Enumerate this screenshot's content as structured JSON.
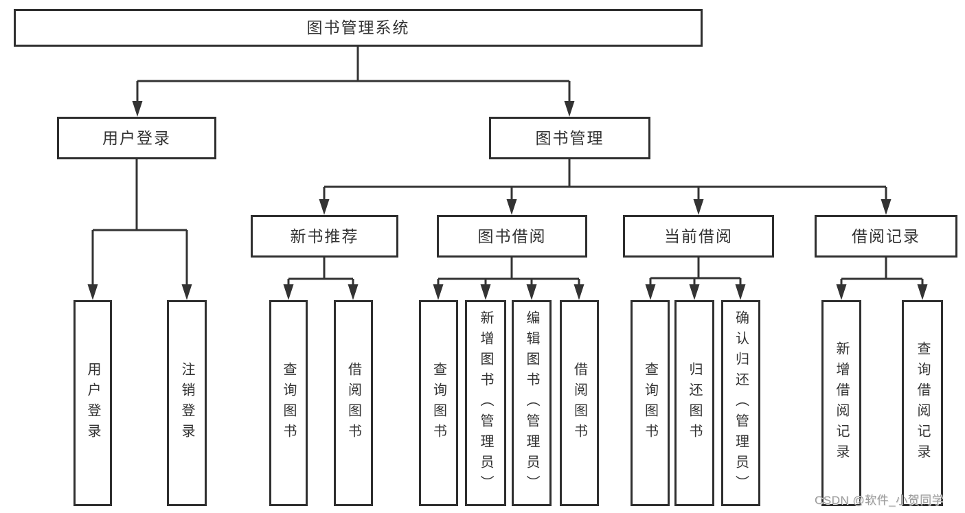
{
  "diagram": {
    "root": {
      "label": "图书管理系统"
    },
    "level2": [
      {
        "label": "用户登录"
      },
      {
        "label": "图书管理"
      }
    ],
    "level3": [
      {
        "label": "新书推荐"
      },
      {
        "label": "图书借阅"
      },
      {
        "label": "当前借阅"
      },
      {
        "label": "借阅记录"
      }
    ],
    "user_login_children": [
      "用户登录",
      "注销登录"
    ],
    "new_book_children": [
      "查询图书",
      "借阅图书"
    ],
    "book_borrow_children": [
      "查询图书",
      "新增图书（管理员）",
      "编辑图书（管理员）",
      "借阅图书"
    ],
    "current_borrow_children": [
      "查询图书",
      "归还图书",
      "确认归还（管理员）"
    ],
    "borrow_record_children": [
      "新增借阅记录",
      "查询借阅记录"
    ],
    "watermark": "CSDN @软件_小贺同学",
    "colors": {
      "line": "#333333",
      "box_border": "#2f2f2f",
      "text": "#333333",
      "watermark": "#9c9c9c",
      "background": "#ffffff"
    }
  }
}
